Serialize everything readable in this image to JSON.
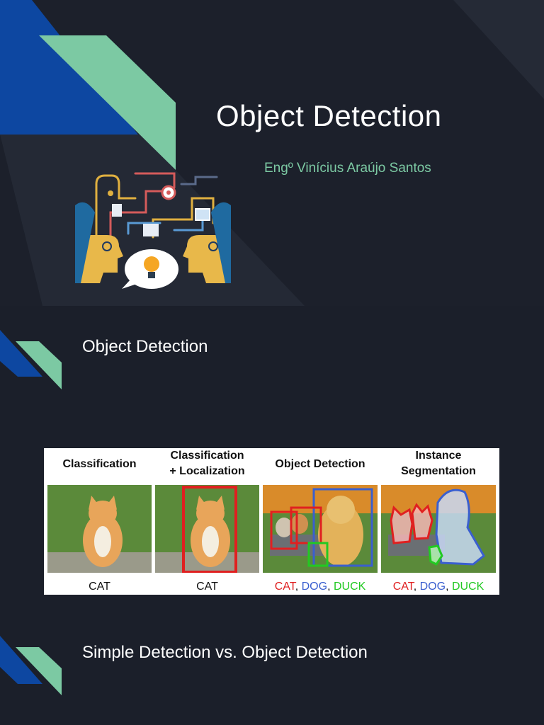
{
  "slide1": {
    "title": "Object Detection",
    "subtitle": "Engº Vinícius Araújo Santos"
  },
  "slide2": {
    "heading": "Object Detection",
    "figure": {
      "columns": [
        {
          "title": "Classification",
          "caption": "CAT"
        },
        {
          "title_line1": "Classification",
          "title_line2": "+ Localization",
          "caption": "CAT"
        },
        {
          "title": "Object Detection",
          "captions": [
            "CAT",
            "DOG",
            "DUCK"
          ]
        },
        {
          "title_line1": "Instance",
          "title_line2": "Segmentation",
          "captions": [
            "CAT",
            "DOG",
            "DUCK"
          ]
        }
      ],
      "separator": ", "
    },
    "heading2": "Simple Detection vs. Object Detection"
  },
  "colors": {
    "background": "#1b1f2a",
    "accent_blue": "#0d47a1",
    "accent_mint": "#7cc9a3",
    "box_red": "#e02020",
    "box_blue": "#3a5fcf",
    "box_green": "#22c922"
  }
}
